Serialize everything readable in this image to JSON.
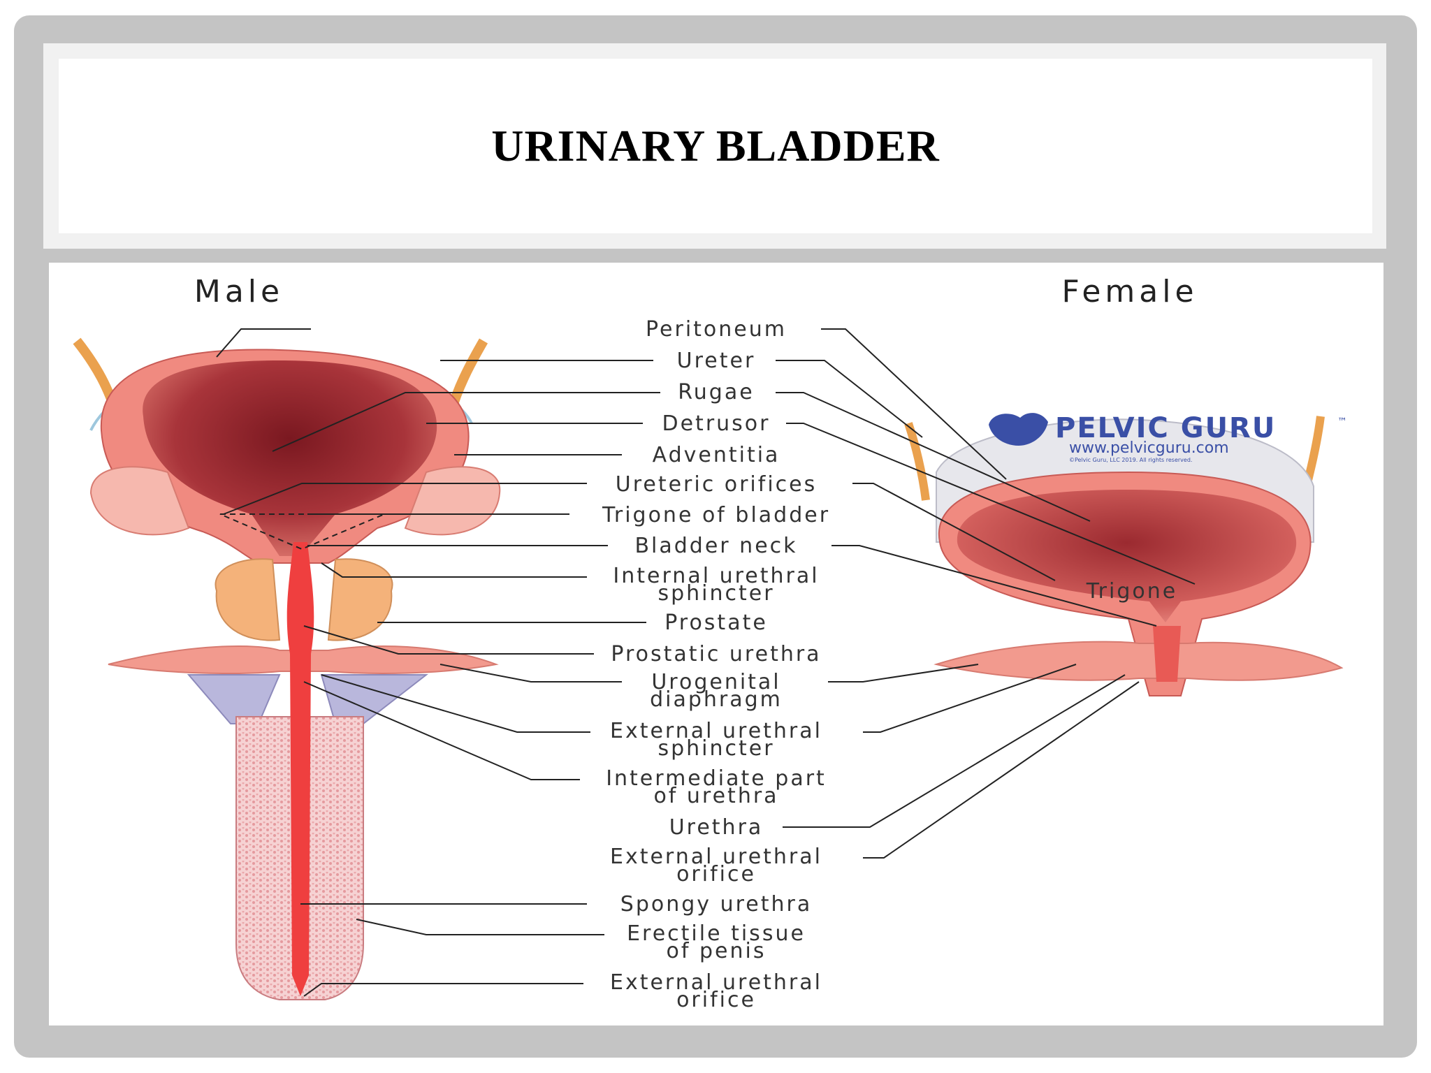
{
  "slide": {
    "title": "URINARY BLADDER"
  },
  "diagram": {
    "male_heading": "Male",
    "female_heading": "Female",
    "watermark": {
      "brand": "PELVIC GURU",
      "tm": "™",
      "url": "www.pelvicguru.com",
      "copyright": "©Pelvic Guru, LLC 2019. All rights reserved."
    },
    "labels": {
      "peritoneum": "Peritoneum",
      "ureter": "Ureter",
      "rugae": "Rugae",
      "detrusor": "Detrusor",
      "adventitia": "Adventitia",
      "ureteric_orifices": "Ureteric orifices",
      "trigone_of_bladder": "Trigone of bladder",
      "bladder_neck": "Bladder neck",
      "internal_urethral_sphincter_1": "Internal urethral",
      "internal_urethral_sphincter_2": "sphincter",
      "prostate": "Prostate",
      "prostatic_urethra": "Prostatic urethra",
      "urogenital_diaphragm_1": "Urogenital",
      "urogenital_diaphragm_2": "diaphragm",
      "external_urethral_sphincter_1": "External urethral",
      "external_urethral_sphincter_2": "sphincter",
      "intermediate_part_1": "Intermediate part",
      "intermediate_part_2": "of urethra",
      "urethra": "Urethra",
      "external_urethral_orifice_1": "External urethral",
      "external_urethral_orifice_2": "orifice",
      "spongy_urethra": "Spongy urethra",
      "erectile_tissue_1": "Erectile tissue",
      "erectile_tissue_2": "of penis",
      "external_urethral_orifice_b_1": "External urethral",
      "external_urethral_orifice_b_2": "orifice",
      "trigone": "Trigone"
    },
    "colors": {
      "lumen_dark": "#8e1f25",
      "lumen_mid": "#c84a4c",
      "wall": "#f08a80",
      "wall_light": "#f6b8ae",
      "prostate": "#f4b27a",
      "urethra": "#ef3f3f",
      "erectile": "#f3c4c6",
      "bulb": "#b9b7dc",
      "ureter": "#eaa14e",
      "watermark": "#3a4fa6",
      "leader": "#222222"
    }
  }
}
